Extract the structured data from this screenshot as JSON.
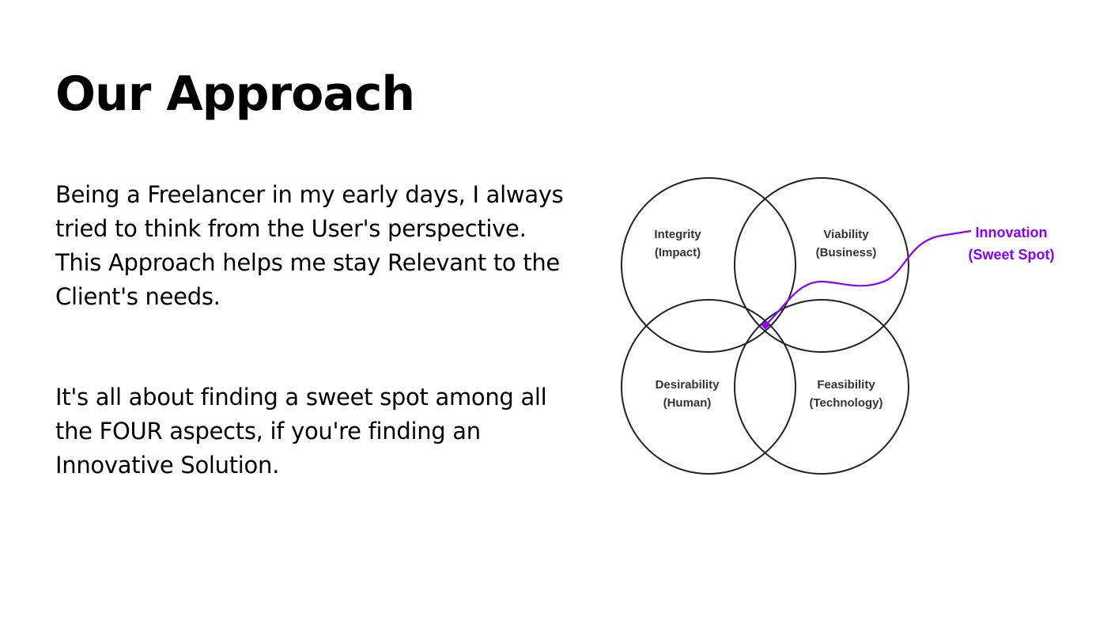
{
  "title": "Our Approach",
  "paragraphs": [
    "Being a Freelancer in my early days, I always tried to think from the User's perspective. This Approach helps me stay Relevant to the Client's needs.",
    "It's all about finding a sweet spot among all the FOUR aspects, if you're finding an Innovative Solution."
  ],
  "diagram": {
    "circles": [
      {
        "line1": "Integrity",
        "line2": "(Impact)"
      },
      {
        "line1": "Viability",
        "line2": "(Business)"
      },
      {
        "line1": "Desirability",
        "line2": "(Human)"
      },
      {
        "line1": "Feasibility",
        "line2": "(Technology)"
      }
    ],
    "callout": {
      "line1": "Innovation",
      "line2": "(Sweet Spot)"
    },
    "accent_color": "#8a00ff"
  }
}
